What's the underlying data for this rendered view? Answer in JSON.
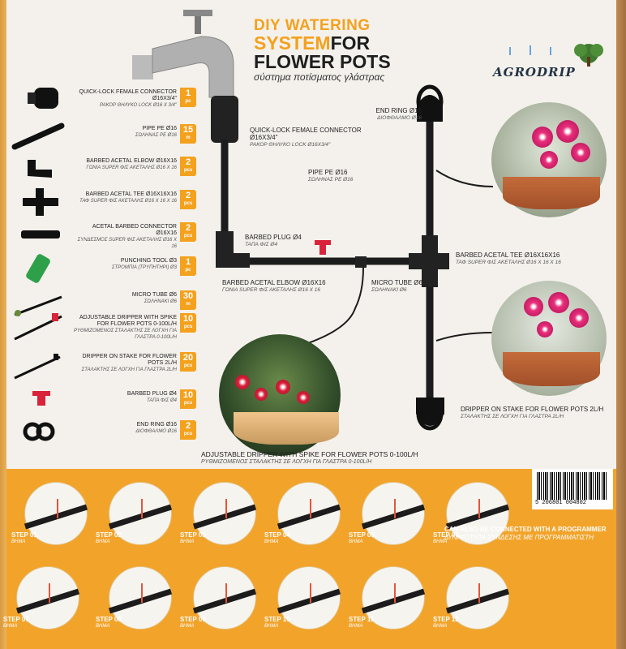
{
  "header": {
    "line1": "DIY WATERING",
    "line2a": "SYSTEM",
    "line2b": "FOR",
    "line3": "FLOWER POTS",
    "subtitle": "σύστημα ποτίσματος γλάστρας"
  },
  "brand": {
    "logo_text": "AGRODRIP"
  },
  "parts": [
    {
      "name": "QUICK-LOCK FEMALE CONNECTOR Ø16X3/4\"",
      "greek": "ΡΑΚΟΡ ΘΗΛΥΚΟ LOCK Ø16 X 3/4\"",
      "qty": "1",
      "unit": "pc"
    },
    {
      "name": "PIPE PE Ø16",
      "greek": "ΣΩΛΗΝΑΣ PE Ø16",
      "qty": "15",
      "unit": "m"
    },
    {
      "name": "BARBED ACETAL ELBOW Ø16X16",
      "greek": "ΓΩΝΙΑ SUPER ΦΙΣ ΑΚΕΤΑΛΗΣ Ø16 X 16",
      "qty": "2",
      "unit": "pcs"
    },
    {
      "name": "BARBED ACETAL TEE Ø16X16X16",
      "greek": "ΤΑΦ SUPER ΦΙΣ ΑΚΕΤΑΛΗΣ Ø16 X 16 X 16",
      "qty": "2",
      "unit": "pcs"
    },
    {
      "name": "ACETAL BARBED CONNECTOR Ø16X16",
      "greek": "ΣΥΝΔΕΣΜΟΣ SUPER ΦΙΣ ΑΚΕΤΑΛΗΣ Ø16 X 16",
      "qty": "2",
      "unit": "pcs"
    },
    {
      "name": "PUNCHING TOOL Ø3",
      "greek": "ΣΤΡΟΜΠΙΑ (ΤΡΥΠΗΤΗΡΙ) Ø3",
      "qty": "1",
      "unit": "pc"
    },
    {
      "name": "MICRO TUBE Ø6",
      "greek": "ΣΩΛΗΝΑΚΙ Ø6",
      "qty": "30",
      "unit": "m"
    },
    {
      "name": "ADJUSTABLE DRIPPER WITH SPIKE FOR FLOWER POTS 0-100l/h",
      "greek": "ΡΥΘΜΙΖΟΜΕΝΟΣ ΣΤΑΛΑΚΤΗΣ ΣΕ ΛΟΓΧΗ ΓΙΑ ΓΛΑΣΤΡΑ 0-100l/h",
      "qty": "10",
      "unit": "pcs"
    },
    {
      "name": "DRIPPER ON STAKE FOR FLOWER POTS 2l/h",
      "greek": "ΣΤΑΛΑΚΤΗΣ ΣΕ ΛΟΓΧΗ ΓΙΑ ΓΛΑΣΤΡΑ 2l/h",
      "qty": "20",
      "unit": "pcs"
    },
    {
      "name": "BARBED PLUG Ø4",
      "greek": "ΤΑΠΑ ΦΙΣ Ø4",
      "qty": "10",
      "unit": "pcs"
    },
    {
      "name": "END RING Ø16",
      "greek": "ΔΙΟΦΘΑΛΜΟ Ø16",
      "qty": "2",
      "unit": "pcs"
    }
  ],
  "diagram": {
    "end_ring": {
      "name": "END RING Ø16",
      "greek": "ΔΙΟΦΘΑΛΜΟ Ø16"
    },
    "quick_lock": {
      "name": "QUICK-LOCK FEMALE CONNECTOR Ø16X3/4\"",
      "greek": "ΡΑΚΟΡ ΘΗΛΥΚΟ LOCK Ø16X3/4\""
    },
    "pipe": {
      "name": "PIPE PE Ø16",
      "greek": "ΣΩΛΗΝΑΣ PE Ø16"
    },
    "plug": {
      "name": "BARBED PLUG Ø4",
      "greek": "ΤΑΠΑ ΦΙΣ Ø4"
    },
    "tee": {
      "name": "BARBED ACETAL TEE Ø16X16X16",
      "greek": "ΤΑΦ SUPER ΦΙΣ ΑΚΕΤΑΛΗΣ Ø16 X 16 X 16"
    },
    "elbow": {
      "name": "BARBED ACETAL ELBOW Ø16X16",
      "greek": "ΓΩΝΙΑ SUPER ΦΙΣ ΑΚΕΤΑΛΗΣ Ø16 X 16"
    },
    "micro": {
      "name": "MICRO TUBE Ø6",
      "greek": "ΣΩΛΗΝΑΚΙ Ø6"
    },
    "stake": {
      "name": "DRIPPER ON STAKE FOR FLOWER POTS 2l/h",
      "greek": "ΣΤΑΛΑΚΤΗΣ ΣΕ ΛΟΓΧΗ ΓΙΑ ΓΛΑΣΤΡΑ 2l/h"
    },
    "adjustable": {
      "name": "ADJUSTABLE DRIPPER WITH SPIKE FOR FLOWER POTS 0-100l/h",
      "greek": "ΡΥΘΜΙΖΟΜΕΝΟΣ ΣΤΑΛΑΚΤΗΣ ΣΕ ΛΟΓΧΗ ΓΙΑ ΓΛΑΣΤΡΑ 0-100l/h"
    }
  },
  "barcode": {
    "number": "5 206801 004802"
  },
  "programmer": {
    "text": "CAN ALSO BE CONNECTED WITH A PROGRAMMER",
    "greek": "ΔΥΝΑΤΟΤΗΤΑ ΣΥΝΔΕΣΗΣ ΜΕ ΠΡΟΓΡΑΜΜΑΤΙΣΤΗ"
  },
  "steps": [
    {
      "label": "STEP",
      "num": "01",
      "greek": "ΒΗΜΑ"
    },
    {
      "label": "STEP",
      "num": "02",
      "greek": "ΒΗΜΑ"
    },
    {
      "label": "STEP",
      "num": "03",
      "greek": "ΒΗΜΑ"
    },
    {
      "label": "STEP",
      "num": "04",
      "greek": "ΒΗΜΑ"
    },
    {
      "label": "STEP",
      "num": "05",
      "greek": "ΒΗΜΑ"
    },
    {
      "label": "STEP",
      "num": "06",
      "greek": "ΒΗΜΑ"
    },
    {
      "label": "STEP",
      "num": "07",
      "greek": "ΒΗΜΑ"
    },
    {
      "label": "STEP",
      "num": "08",
      "greek": "ΒΗΜΑ"
    },
    {
      "label": "STEP",
      "num": "09",
      "greek": "ΒΗΜΑ"
    },
    {
      "label": "STEP",
      "num": "10",
      "greek": "ΒΗΜΑ"
    },
    {
      "label": "STEP",
      "num": "11",
      "greek": "ΒΗΜΑ"
    },
    {
      "label": "STEP",
      "num": "12",
      "greek": "ΒΗΜΑ"
    }
  ],
  "colors": {
    "accent": "#f4a11d",
    "pipe": "#1c1c1c",
    "pot": "#c46b3a",
    "flower": "#e9307a"
  }
}
